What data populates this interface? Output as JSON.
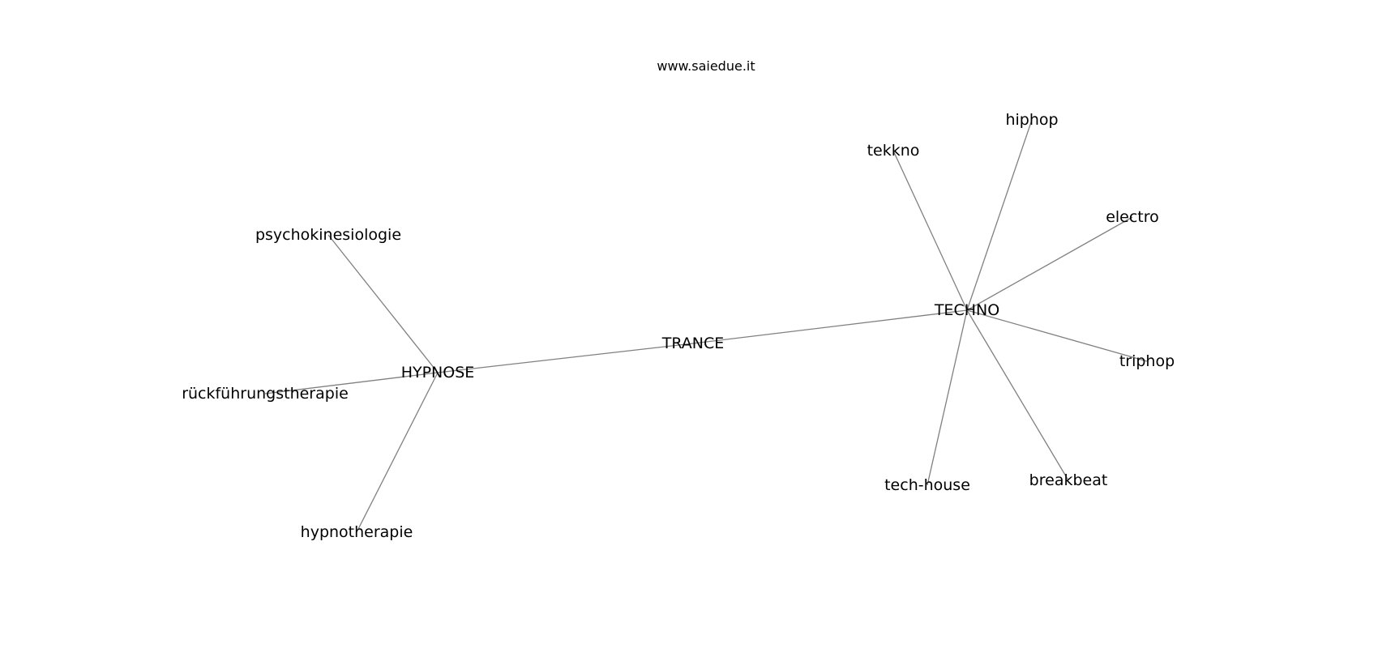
{
  "header": {
    "site": "www.saiedue.it"
  },
  "graph": {
    "edge_color": "#808080",
    "text_color": "#000000",
    "nodes": [
      {
        "id": "trance",
        "label": "TRANCE"
      },
      {
        "id": "hypnose",
        "label": "HYPNOSE"
      },
      {
        "id": "techno",
        "label": "TECHNO"
      },
      {
        "id": "psychokinesiologie",
        "label": "psychokinesiologie"
      },
      {
        "id": "rueckfuehrungstherapie",
        "label": "rückführungstherapie"
      },
      {
        "id": "hypnotherapie",
        "label": "hypnotherapie"
      },
      {
        "id": "tekkno",
        "label": "tekkno"
      },
      {
        "id": "hiphop",
        "label": "hiphop"
      },
      {
        "id": "electro",
        "label": "electro"
      },
      {
        "id": "triphop",
        "label": "triphop"
      },
      {
        "id": "breakbeat",
        "label": "breakbeat"
      },
      {
        "id": "tech-house",
        "label": "tech-house"
      }
    ],
    "edges": [
      [
        "hypnose",
        "trance"
      ],
      [
        "trance",
        "techno"
      ],
      [
        "hypnose",
        "psychokinesiologie"
      ],
      [
        "hypnose",
        "rueckfuehrungstherapie"
      ],
      [
        "hypnose",
        "hypnotherapie"
      ],
      [
        "techno",
        "tekkno"
      ],
      [
        "techno",
        "hiphop"
      ],
      [
        "techno",
        "electro"
      ],
      [
        "techno",
        "triphop"
      ],
      [
        "techno",
        "breakbeat"
      ],
      [
        "techno",
        "tech-house"
      ]
    ]
  }
}
